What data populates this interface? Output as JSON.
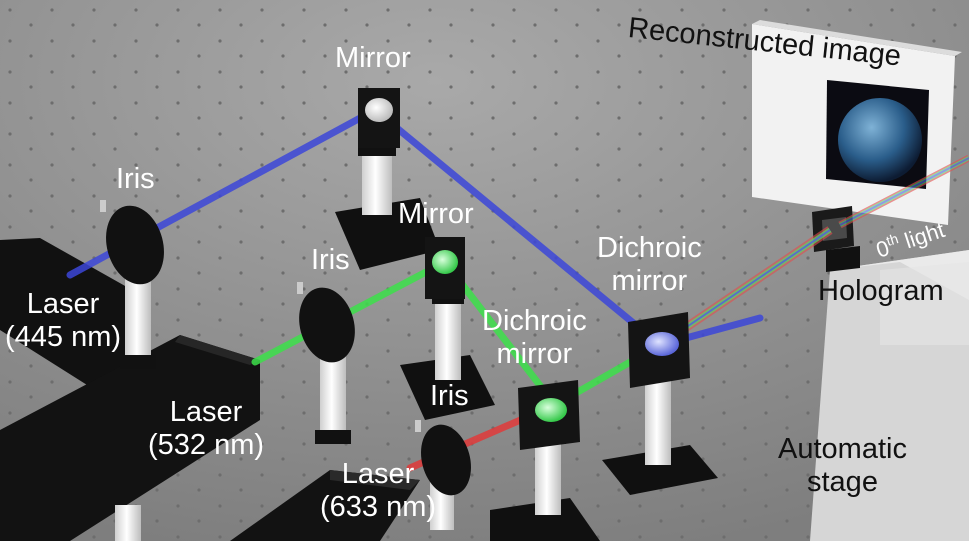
{
  "labels": {
    "mirror_top": "Mirror",
    "mirror_mid": "Mirror",
    "iris_1": "Iris",
    "iris_2": "Iris",
    "iris_3": "Iris",
    "laser_445_line1": "Laser",
    "laser_445_line2": "(445 nm)",
    "laser_532_line1": "Laser",
    "laser_532_line2": "(532 nm)",
    "laser_633_line1": "Laser",
    "laser_633_line2": "(633 nm)",
    "dichroic_1_line1": "Dichroic",
    "dichroic_1_line2": "mirror",
    "dichroic_2_line1": "Dichroic",
    "dichroic_2_line2": "mirror",
    "reconstructed_image": "Reconstructed image",
    "zeroth_base": "0",
    "zeroth_sup": "th",
    "zeroth_rest": " light",
    "hologram": "Hologram",
    "stage_line1": "Automatic",
    "stage_line2": "stage"
  },
  "colors": {
    "blue_beam": "#3c46d8",
    "green_beam": "#3ce04a",
    "red_beam": "#e03a3a",
    "table": "#8e8e8e",
    "hardware": "#141414",
    "post": "#f2f2f2"
  }
}
